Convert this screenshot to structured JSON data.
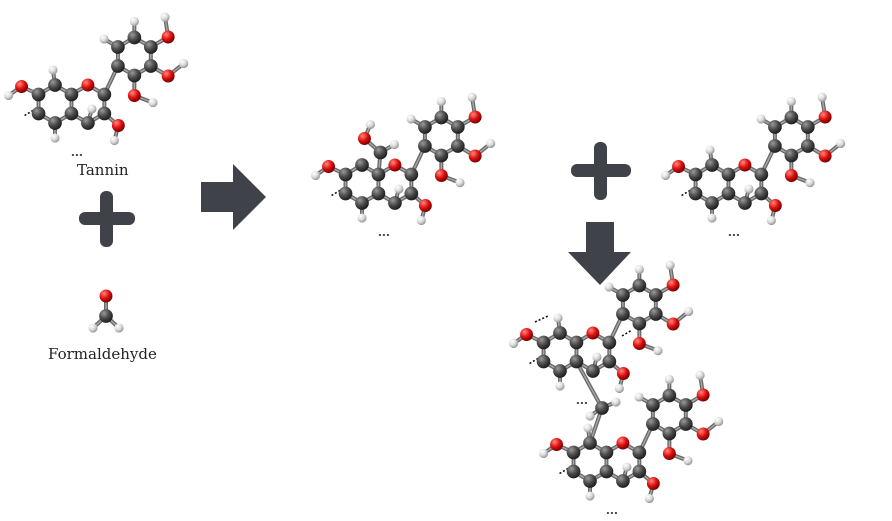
{
  "labels": {
    "tannin": "Tannin",
    "formaldehyde": "Formaldehyde"
  },
  "colors": {
    "carbon": "#5a5a5a",
    "oxygen": "#e01010",
    "hydrogen": "#e8e8e8",
    "bond": "#6a6a6a",
    "symbol": "#3f4349"
  },
  "molecules": [
    "tannin-monomer",
    "formaldehyde",
    "methylol-tannin-intermediate",
    "tannin-monomer-second",
    "methylene-bridged-tannin-dimer"
  ]
}
